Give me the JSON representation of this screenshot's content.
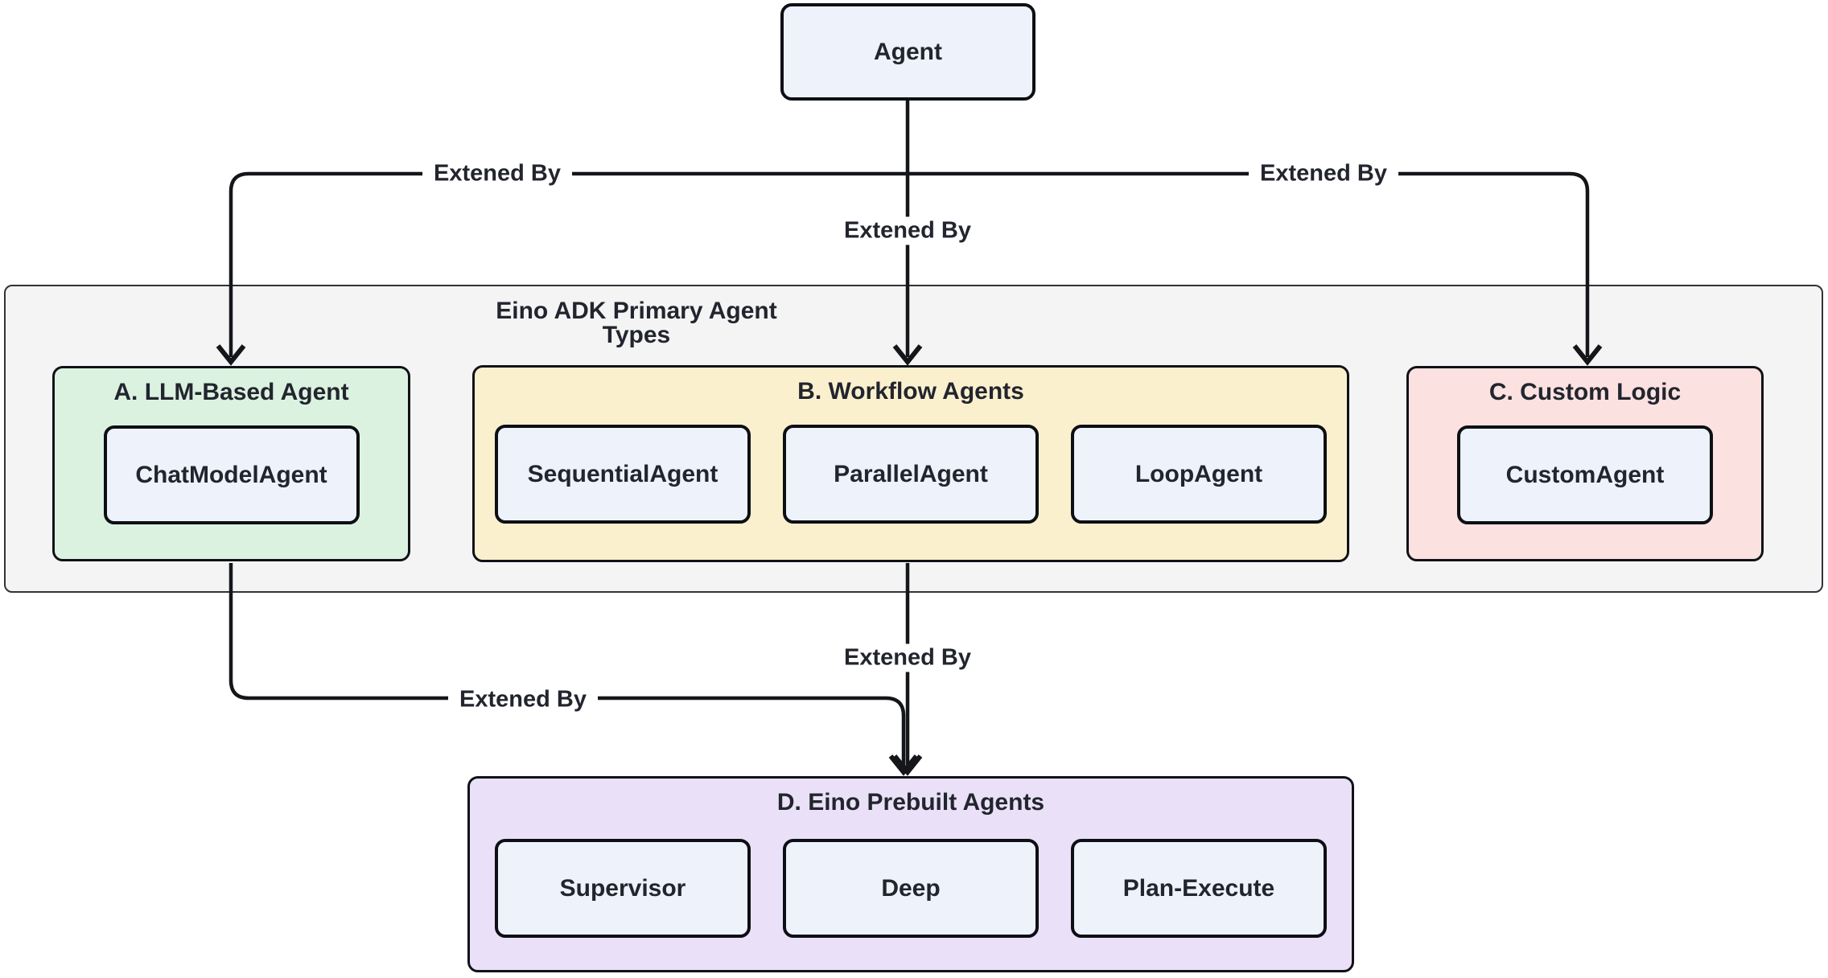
{
  "diagram": {
    "container_title": "Eino ADK Primary Agent Types",
    "root_node": {
      "label": "Agent"
    },
    "groups": {
      "llm": {
        "title": "A. LLM-Based Agent",
        "children": [
          "ChatModelAgent"
        ]
      },
      "workflow": {
        "title": "B. Workflow Agents",
        "children": [
          "SequentialAgent",
          "ParallelAgent",
          "LoopAgent"
        ]
      },
      "custom": {
        "title": "C. Custom Logic",
        "children": [
          "CustomAgent"
        ]
      },
      "prebuilt": {
        "title": "D. Eino Prebuilt Agents",
        "children": [
          "Supervisor",
          "Deep",
          "Plan-Execute"
        ]
      }
    },
    "edges": [
      {
        "from": "Agent",
        "to": "A. LLM-Based Agent",
        "label": "Extened By"
      },
      {
        "from": "Agent",
        "to": "B. Workflow Agents",
        "label": "Extened By"
      },
      {
        "from": "Agent",
        "to": "C. Custom Logic",
        "label": "Extened By"
      },
      {
        "from": "A. LLM-Based Agent",
        "to": "D. Eino Prebuilt Agents",
        "label": "Extened By"
      },
      {
        "from": "B. Workflow Agents",
        "to": "D. Eino Prebuilt Agents",
        "label": "Extened By"
      }
    ],
    "colors": {
      "node_fill": "#EDF2FB",
      "node_border": "#0d0f14",
      "container_fill": "#F4F4F4",
      "llm_fill": "#DCF2E0",
      "workflow_fill": "#FBF0CD",
      "custom_fill": "#FCE1E1",
      "prebuilt_fill": "#EAE0F7",
      "edge_line": "#14161a",
      "text": "#22252E",
      "background": "#FFFFFF"
    }
  }
}
